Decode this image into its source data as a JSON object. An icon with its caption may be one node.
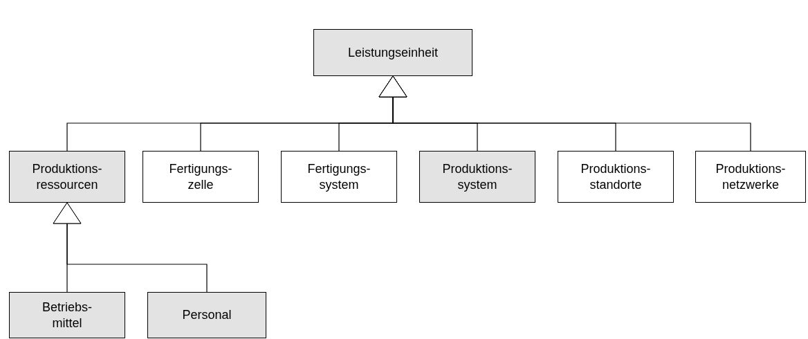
{
  "diagram": {
    "nodes": [
      {
        "text": [
          "Leistungseinheit"
        ]
      },
      {
        "text": [
          "Produktions- ressourcen"
        ]
      },
      {
        "text": [
          "Fertigungs- zelle"
        ]
      },
      {
        "text": [
          "Fertigungs- system"
        ]
      },
      {
        "text": [
          "Produktions- system"
        ]
      },
      {
        "text": [
          "Produktions- standorte"
        ]
      },
      {
        "text": [
          "Produktions- netzwerke"
        ]
      },
      {
        "text": [
          "Betriebs- mittel"
        ]
      },
      {
        "text": [
          "Personal"
        ]
      }
    ],
    "edges": [
      {
        "from": 1,
        "to": 0,
        "arrow": "to"
      },
      {
        "from": 2,
        "to": 0,
        "arrow": "to"
      },
      {
        "from": 3,
        "to": 0,
        "arrow": "to"
      },
      {
        "from": 4,
        "to": 0,
        "arrow": "to"
      },
      {
        "from": 5,
        "to": 0,
        "arrow": "to"
      },
      {
        "from": 6,
        "to": 0,
        "arrow": "to"
      },
      {
        "from": 7,
        "to": 1,
        "arrow": "to"
      },
      {
        "from": 8,
        "to": 1,
        "arrow": "to"
      }
    ]
  }
}
